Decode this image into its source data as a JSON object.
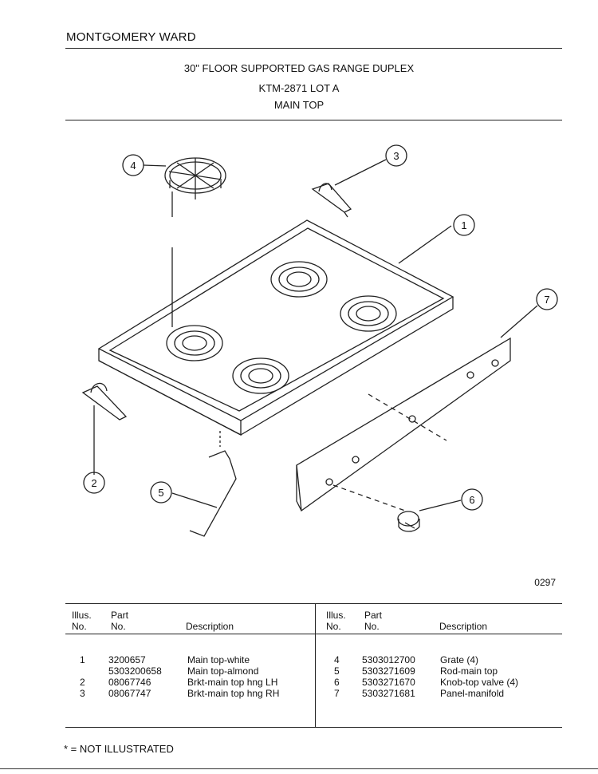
{
  "header": {
    "brand": "MONTGOMERY WARD",
    "title_line1": "30\" FLOOR SUPPORTED GAS RANGE DUPLEX",
    "title_line2": "KTM-2871 LOT A",
    "title_line3": "MAIN TOP"
  },
  "diagram": {
    "callouts": [
      "1",
      "2",
      "3",
      "4",
      "5",
      "6",
      "7"
    ],
    "code": "0297"
  },
  "table": {
    "headers": {
      "illus": "Illus.",
      "no": "No.",
      "part": "Part",
      "part_no": "No.",
      "description": "Description"
    },
    "left_rows": [
      {
        "illus": "1",
        "part": "3200657",
        "desc": "Main top-white"
      },
      {
        "illus": "",
        "part": "5303200658",
        "desc": "Main top-almond"
      },
      {
        "illus": "2",
        "part": "08067746",
        "desc": "Brkt-main top hng LH"
      },
      {
        "illus": "3",
        "part": "08067747",
        "desc": "Brkt-main top hng RH"
      }
    ],
    "right_rows": [
      {
        "illus": "4",
        "part": "5303012700",
        "desc": "Grate (4)"
      },
      {
        "illus": "5",
        "part": "5303271609",
        "desc": "Rod-main top"
      },
      {
        "illus": "6",
        "part": "5303271670",
        "desc": "Knob-top valve (4)"
      },
      {
        "illus": "7",
        "part": "5303271681",
        "desc": "Panel-manifold"
      }
    ]
  },
  "footer": {
    "note": "* = NOT ILLUSTRATED"
  }
}
